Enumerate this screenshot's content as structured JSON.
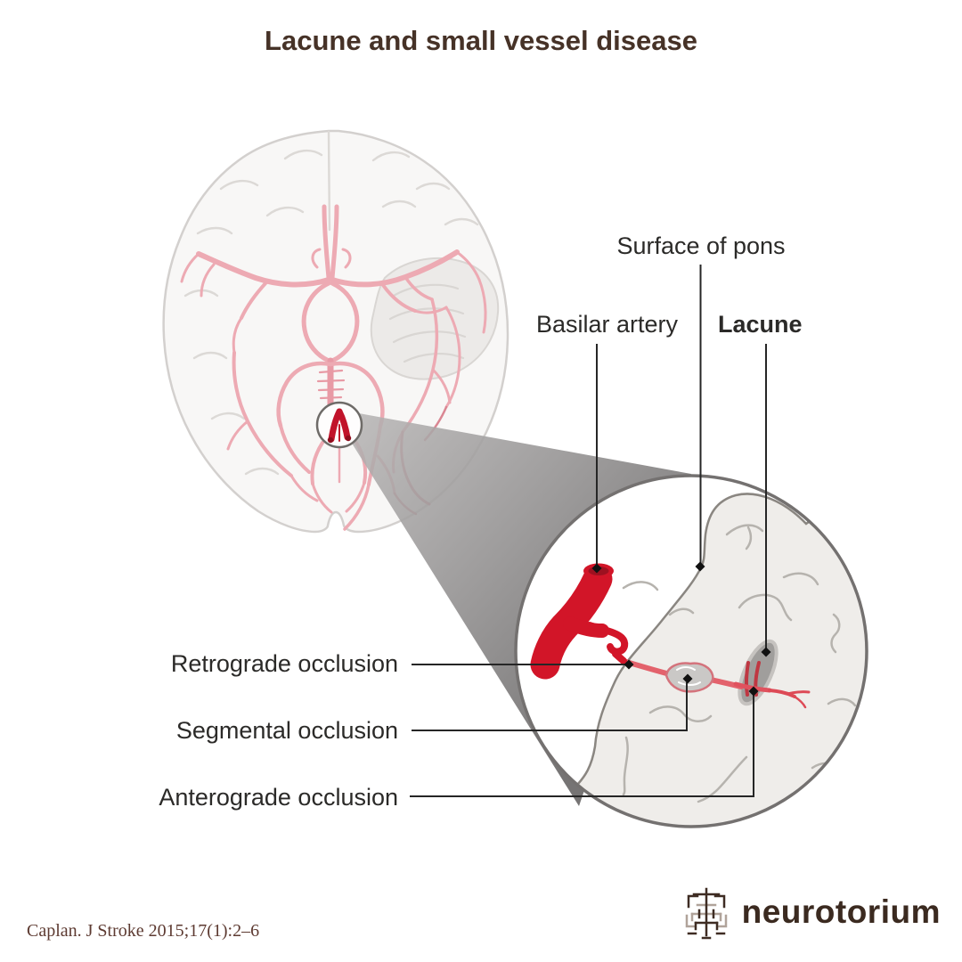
{
  "title": "Lacune and small vessel disease",
  "labels": {
    "surface_of_pons": "Surface of pons",
    "basilar_artery": "Basilar artery",
    "lacune": "Lacune",
    "retrograde_occlusion": "Retrograde occlusion",
    "segmental_occlusion": "Segmental occlusion",
    "anterograde_occlusion": "Anterograde occlusion"
  },
  "footer": {
    "citation": "Caplan. J Stroke 2015;17(1):2–6",
    "logo_wordmark": "neurotorium"
  },
  "colors": {
    "title_text": "#463227",
    "label_text": "#2b2a28",
    "citation_text": "#5d3a31",
    "artery_red": "#d21528",
    "artery_opening_red": "#9d1120",
    "brain_artery_pink": "#edaab3",
    "perforating_vessel_pink": "#e3626c",
    "lacune_gray": "#a09e9c",
    "occlusion_blob_gray": "#cac8c6",
    "pons_fill": "#efedea",
    "cone_gray": "#8c8a8a",
    "leader_line": "#262626",
    "circle_stroke": "#747170",
    "logo_brown": "#3b2a20"
  },
  "icons": {
    "logo_glyph": "neurotorium-tree-icon"
  }
}
